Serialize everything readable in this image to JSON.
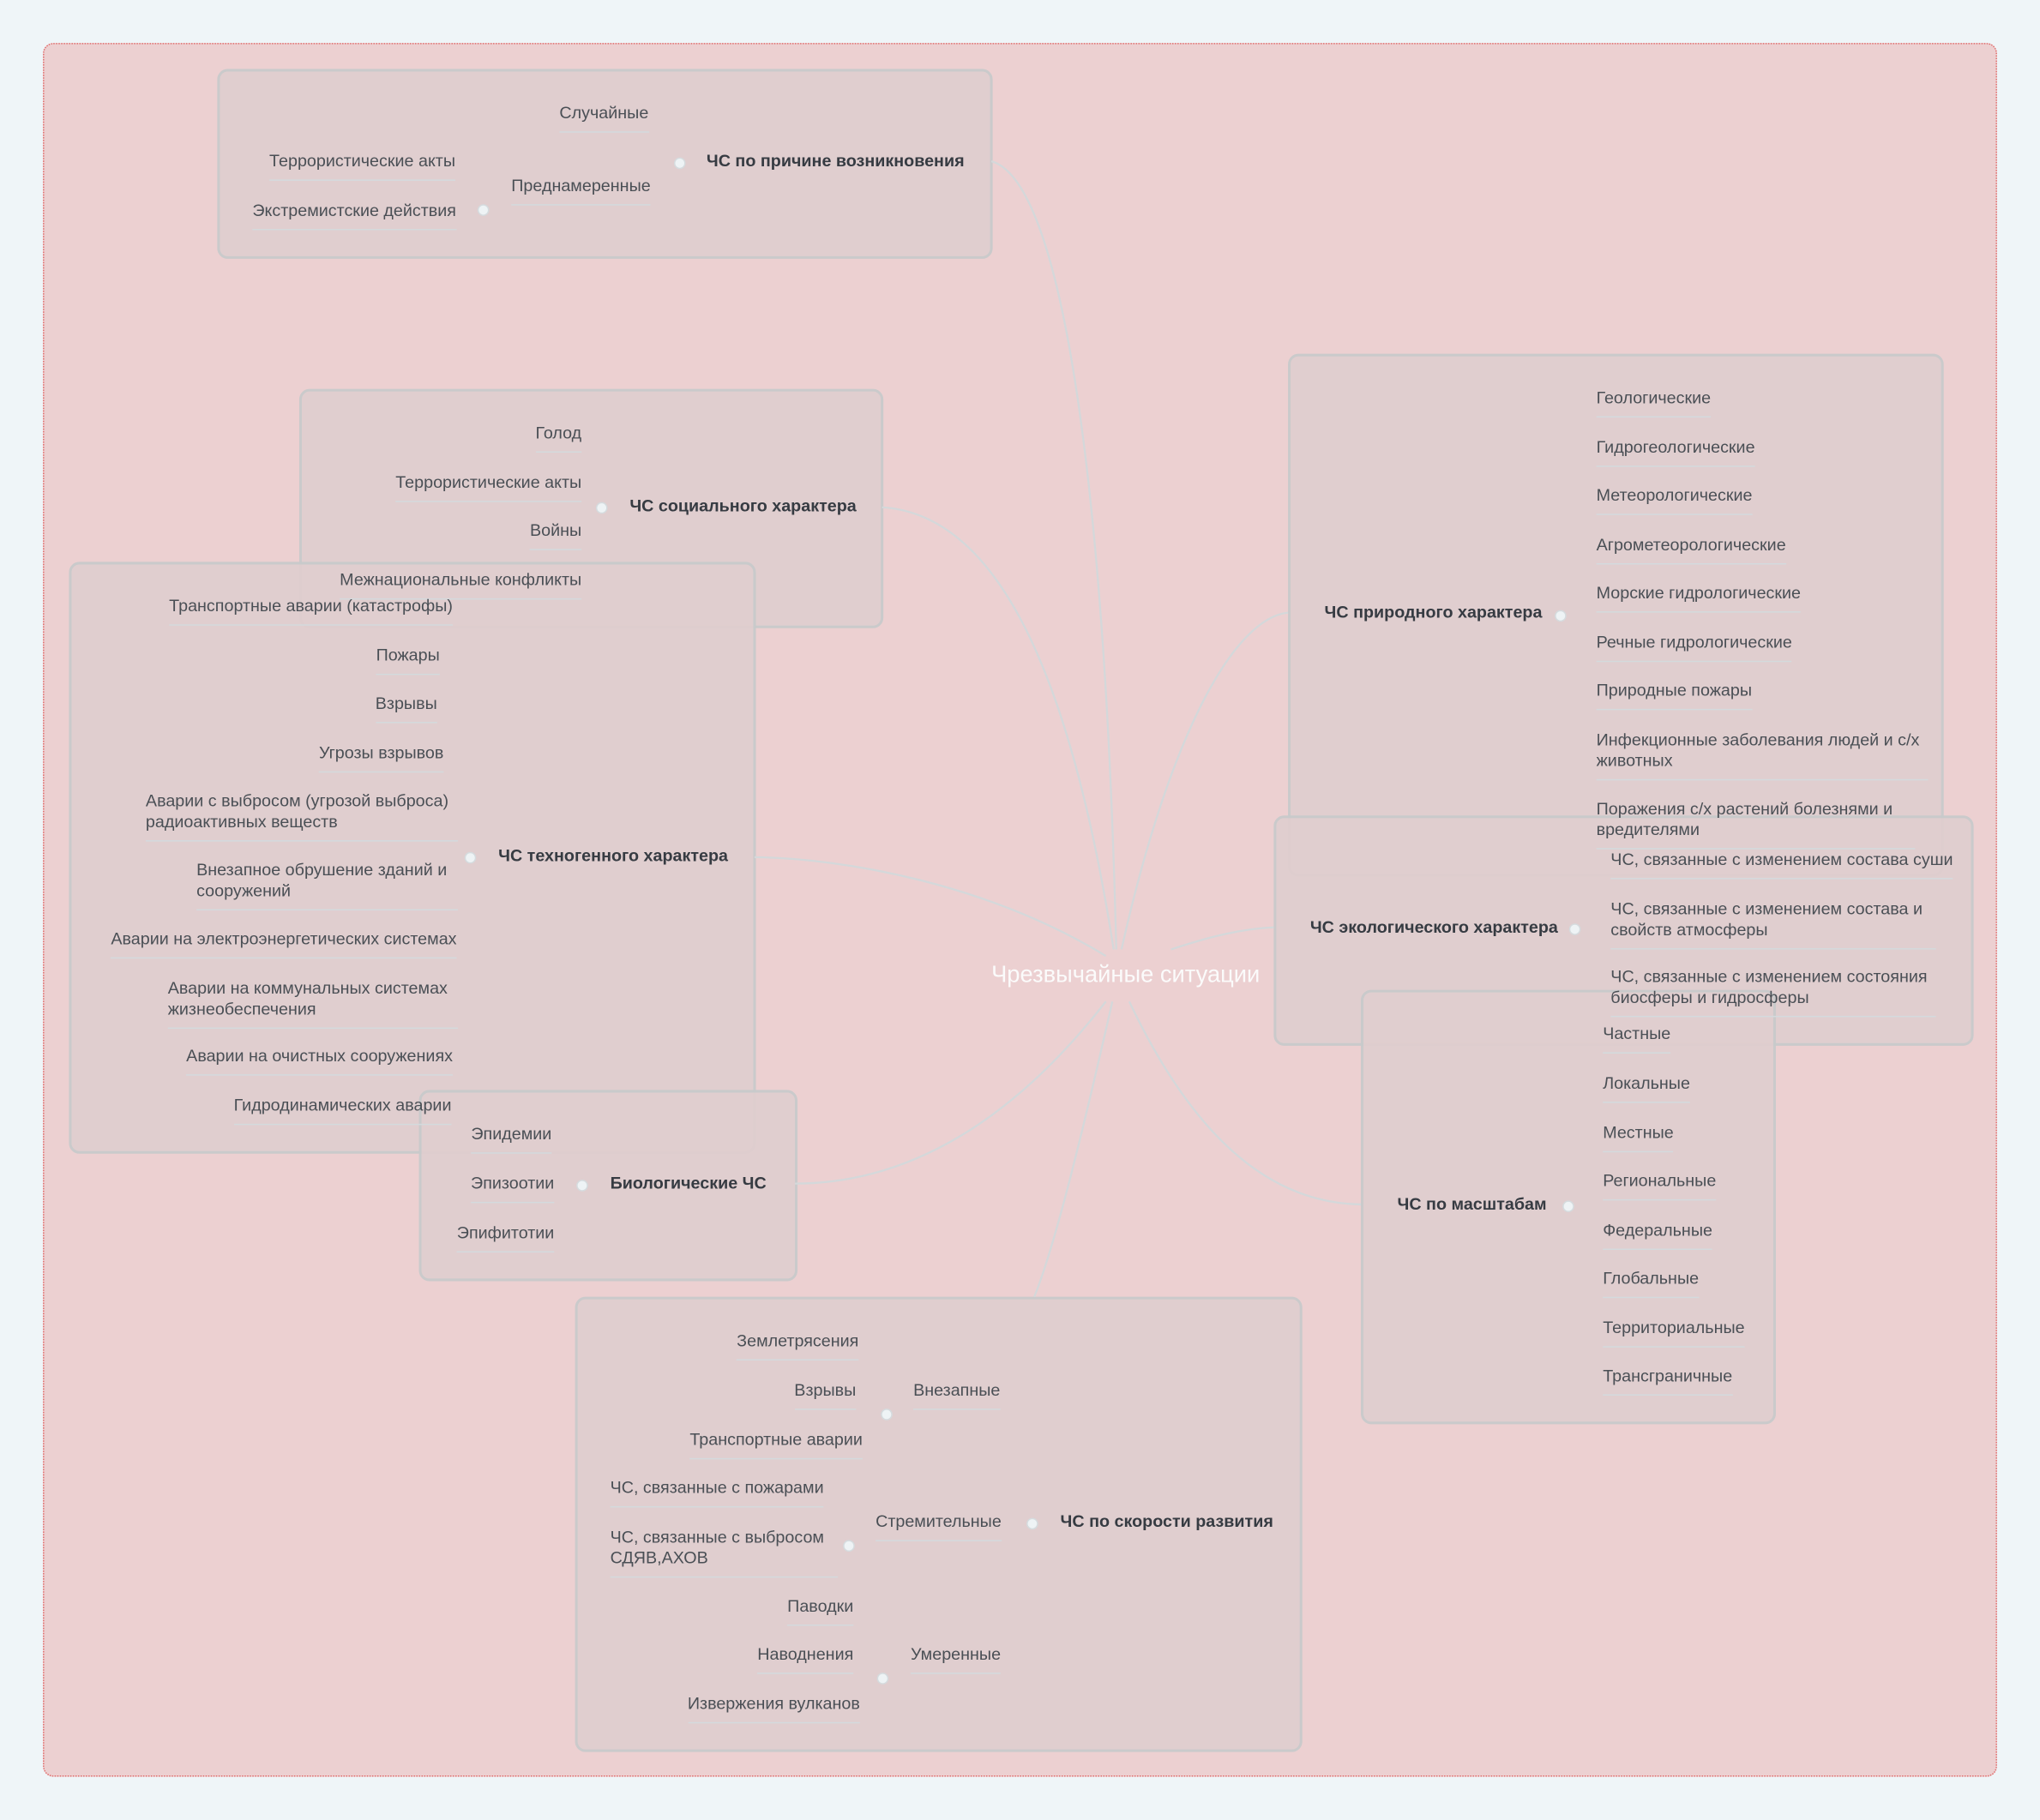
{
  "root": "Чрезвычайные ситуации",
  "cause": {
    "title": "ЧС по причине возникновения",
    "random": "Случайные",
    "intended": "Преднамеренные",
    "intended_children": [
      "Террористические акты",
      "Экстремистские действия"
    ]
  },
  "social": {
    "title": "ЧС социального характера",
    "children": [
      "Голод",
      "Террористические акты",
      "Войны",
      "Межнациональные конфликты"
    ]
  },
  "techno": {
    "title": "ЧС техногенного характера",
    "children": [
      "Транспортные аварии (катастрофы)",
      "Пожары",
      "Взрывы",
      "Угрозы взрывов",
      "Аварии с выбросом (угрозой выброса) радиоактивных веществ",
      "Внезапное обрушение зданий и сооружений",
      "Аварии на электроэнергетических системах",
      "Аварии на коммунальных системах жизнеобеспечения",
      "Аварии на очистных сооружениях",
      "Гидродинамических аварии"
    ]
  },
  "bio": {
    "title": "Биологические ЧС",
    "children": [
      "Эпидемии",
      "Эпизоотии",
      "Эпифитотии"
    ]
  },
  "speed": {
    "title": "ЧС по скорости развития",
    "sudden": {
      "label": "Внезапные",
      "children": [
        "Землетрясения",
        "Взрывы",
        "Транспортные аварии"
      ]
    },
    "rapid": {
      "label": "Стремительные",
      "children": [
        "ЧС, связанные с пожарами",
        "ЧС, связанные с выбросом СДЯВ,АХОВ"
      ]
    },
    "moderate": {
      "label": "Умеренные",
      "children": [
        "Паводки",
        "Наводнения",
        "Извержения вулканов"
      ]
    }
  },
  "natural": {
    "title": "ЧС природного характера",
    "children": [
      "Геологические",
      "Гидрогеологические",
      "Метеорологические",
      "Агрометеорологические",
      "Морские гидрологические",
      "Речные гидрологические",
      "Природные пожары",
      "Инфекционные заболевания людей и с/х животных",
      "Поражения с/х растений болезнями и вредителями"
    ]
  },
  "eco": {
    "title": "ЧС экологического характера",
    "children": [
      "ЧС, связанные с изменением состава суши",
      "ЧС, связанные с изменением состава и свойств атмосферы",
      "ЧС, связанные с изменением состояния биосферы и гидросферы"
    ]
  },
  "scale": {
    "title": "ЧС по масштабам",
    "children": [
      "Частные",
      "Локальные",
      "Местные",
      "Региональные",
      "Федеральные",
      "Глобальные",
      "Территориальные",
      "Трансграничные"
    ]
  }
}
